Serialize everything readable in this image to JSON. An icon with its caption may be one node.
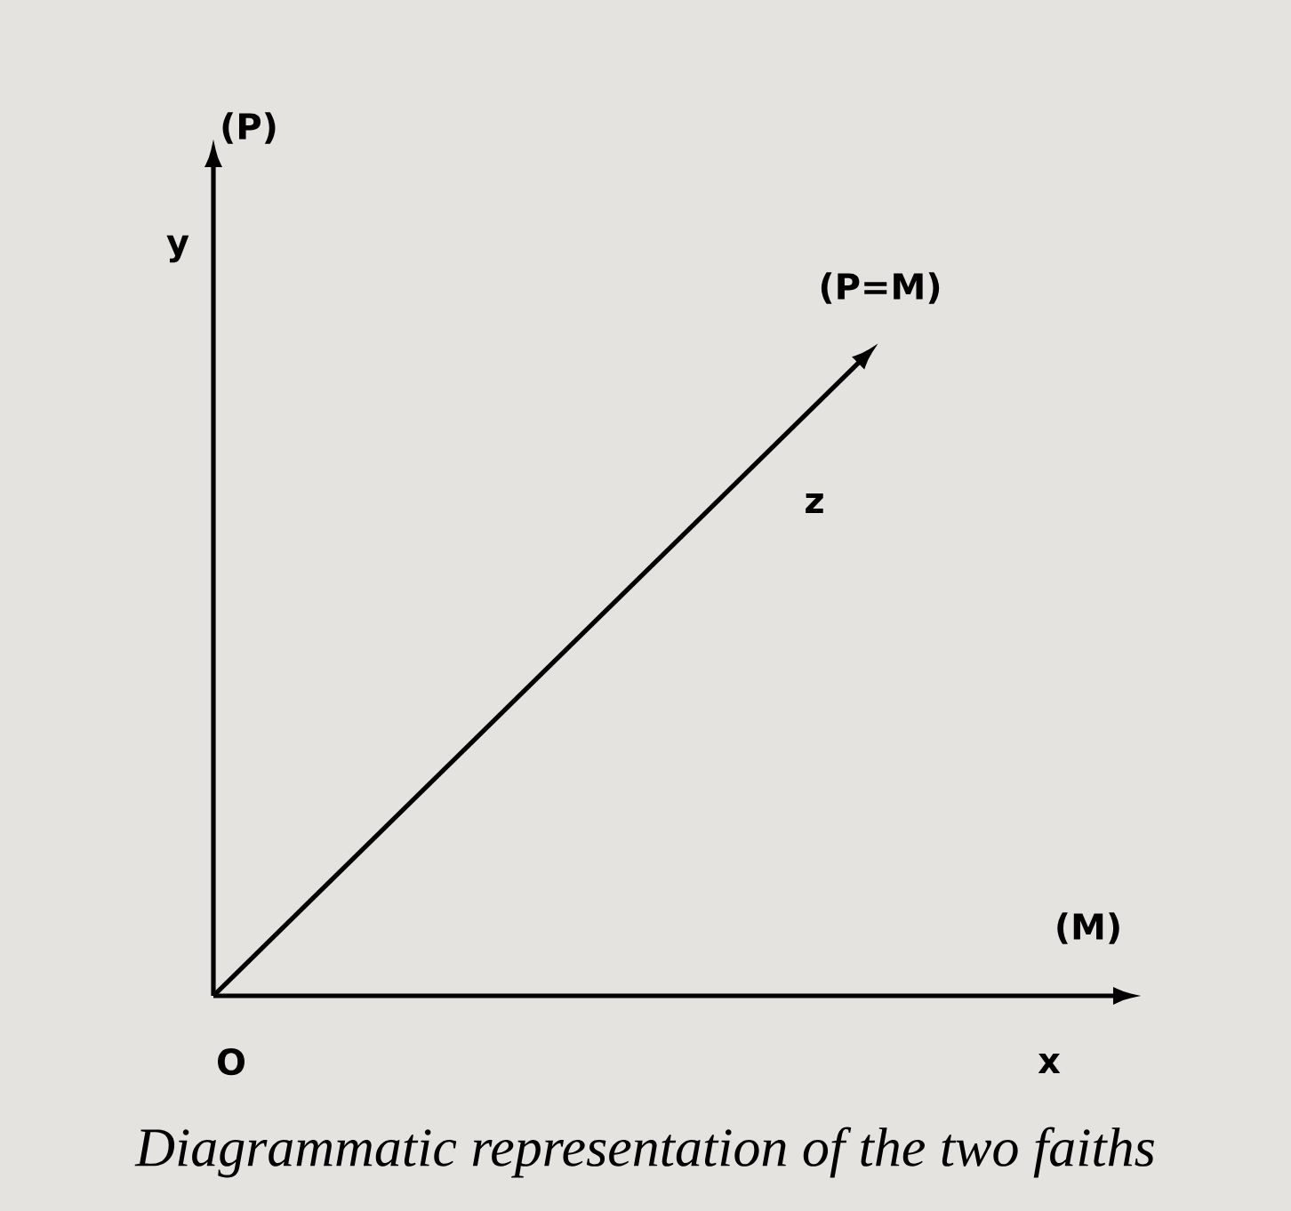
{
  "diagram": {
    "caption": "Diagrammatic representation of the two faiths",
    "nodes": [
      {
        "text": [
          "O"
        ]
      },
      {
        "text": [
          "(P)"
        ]
      },
      {
        "text": [
          "(M)"
        ]
      },
      {
        "text": [
          "(P=M)"
        ]
      }
    ],
    "edges": [
      {
        "from": 0,
        "to": 1,
        "arrow": "to",
        "label": "y"
      },
      {
        "from": 0,
        "to": 2,
        "arrow": "to",
        "label": "x"
      },
      {
        "from": 0,
        "to": 3,
        "arrow": "to",
        "label": "z"
      }
    ]
  }
}
